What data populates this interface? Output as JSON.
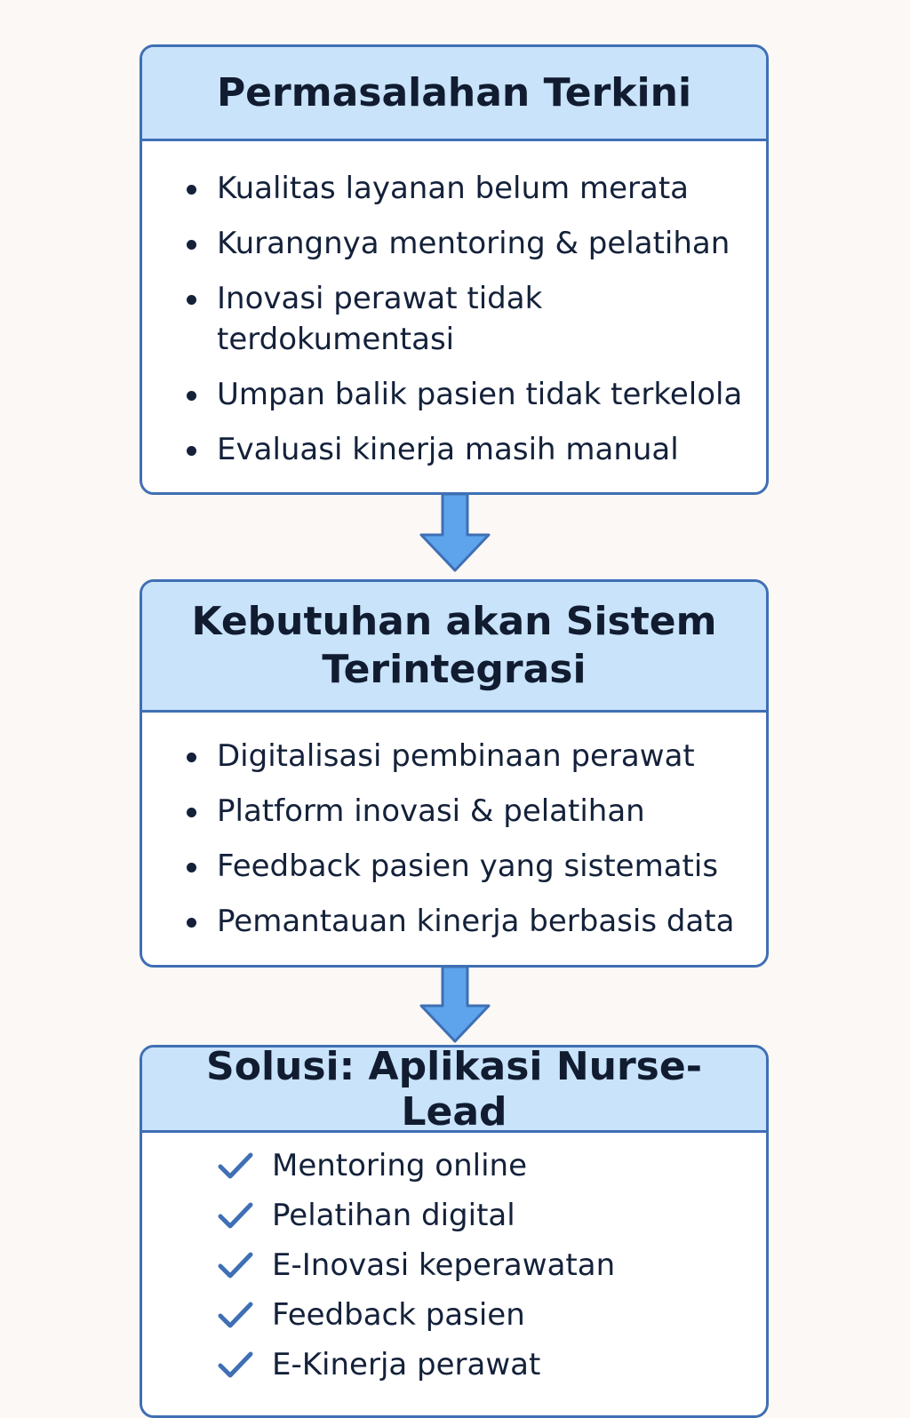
{
  "colors": {
    "background": "#fbf8f5",
    "header_fill": "#c9e3fb",
    "border": "#3f6fb4",
    "arrow": "#5ea4ec",
    "text": "#14213a",
    "check": "#3f6fb4"
  },
  "sections": [
    {
      "title": "Permasalahan Terkini",
      "marker": "bullet-icon",
      "items": [
        "Kualitas layanan belum merata",
        "Kurangnya mentoring & pelatihan",
        "Inovasi perawat tidak terdokumentasi",
        "Umpan balik pasien tidak terkelola",
        "Evaluasi kinerja masih manual"
      ]
    },
    {
      "title_lines": [
        "Kebutuhan akan Sistem",
        "Terintegrasi"
      ],
      "marker": "bullet-icon",
      "items": [
        "Digitalisasi pembinaan perawat",
        "Platform inovasi & pelatihan",
        "Feedback pasien yang sistematis",
        "Pemantauan kinerja berbasis data"
      ]
    },
    {
      "title": "Solusi: Aplikasi Nurse-Lead",
      "marker": "check-icon",
      "items": [
        "Mentoring online",
        "Pelatihan digital",
        "E-Inovasi keperawatan",
        "Feedback pasien",
        "E-Kinerja perawat"
      ]
    }
  ],
  "connectors": [
    "arrow-down-icon",
    "arrow-down-icon"
  ]
}
